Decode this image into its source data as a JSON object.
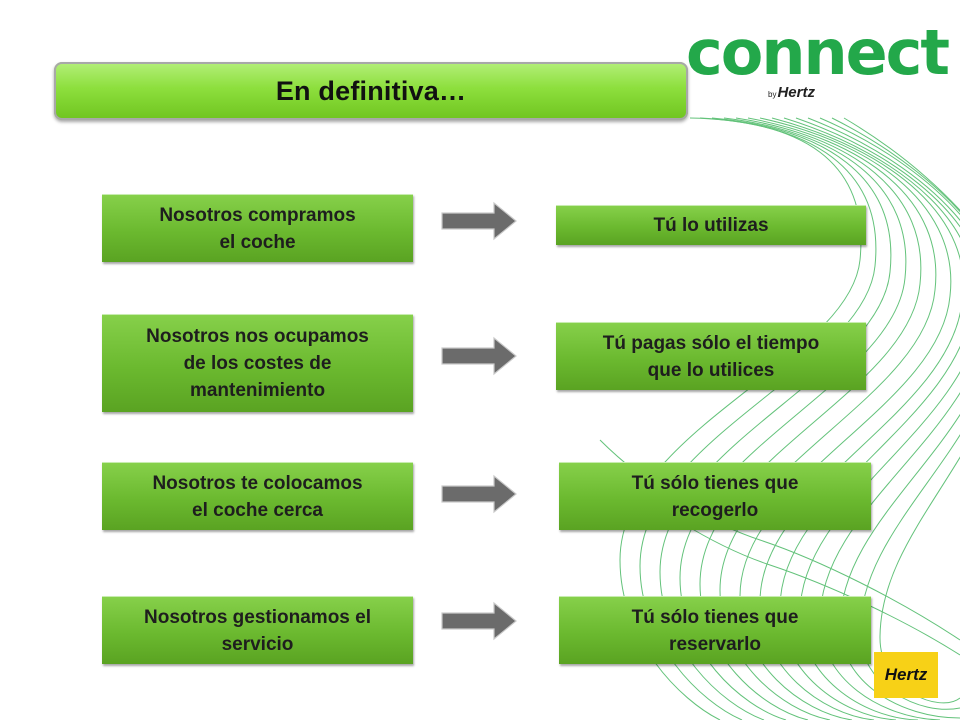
{
  "slide": {
    "title": "En definitiva…",
    "brand": {
      "wordmark": "connect",
      "by": "by",
      "by_brand": "Hertz",
      "badge": "Hertz"
    },
    "colors": {
      "box_green": "#6bb92f",
      "title_green": "#8ddf3d",
      "logo_green": "#23a84a",
      "badge_yellow": "#f7d117",
      "arrow_gray": "#6b6b6b"
    },
    "rows": [
      {
        "left": "Nosotros compramos\nel coche",
        "right": "Tú lo utilizas"
      },
      {
        "left": "Nosotros nos ocupamos\nde los costes de\nmantenimiento",
        "right": "Tú pagas sólo el tiempo\nque lo utilices"
      },
      {
        "left": "Nosotros te colocamos\nel coche cerca",
        "right": "Tú sólo tienes que\nrecogerlo"
      },
      {
        "left": "Nosotros gestionamos el\nservicio",
        "right": "Tú sólo tienes que\nreservarlo"
      }
    ],
    "icons": [
      "arrow-right-icon",
      "decorative-swoosh-lines"
    ]
  }
}
